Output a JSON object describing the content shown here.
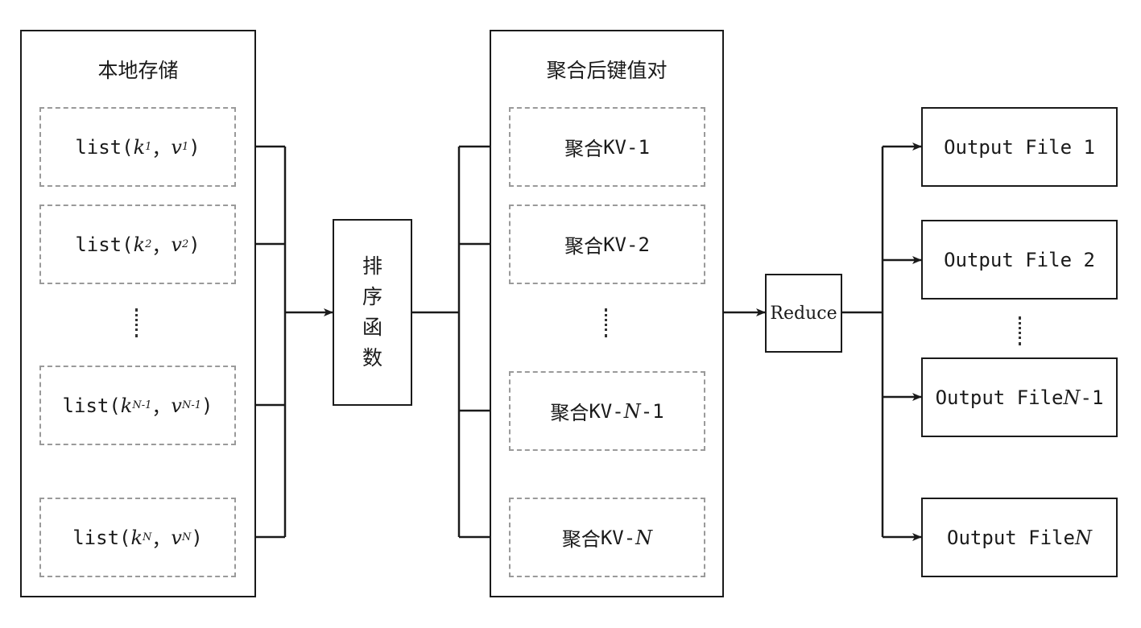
{
  "local_storage": {
    "title": "本地存储",
    "items": [
      {
        "prefix": "list(",
        "k": "k",
        "k_sub": "1",
        "sep": "，",
        "v": "v",
        "v_sub": "1",
        "suffix": ")"
      },
      {
        "prefix": "list(",
        "k": "k",
        "k_sub": "2",
        "sep": "，",
        "v": "v",
        "v_sub": "2",
        "suffix": ")"
      },
      {
        "prefix": "list(",
        "k": "k",
        "k_sub": "N-1",
        "sep": "，",
        "v": "v",
        "v_sub": "N-1",
        "suffix": ")"
      },
      {
        "prefix": "list(",
        "k": "k",
        "k_sub": "N",
        "sep": "，",
        "v": "v",
        "v_sub": "N",
        "suffix": ")"
      }
    ]
  },
  "sort_function": {
    "chars": [
      "排",
      "序",
      "函",
      "数"
    ]
  },
  "aggregated": {
    "title": "聚合后键值对",
    "items": [
      {
        "cn": "聚合",
        "text": "KV-1"
      },
      {
        "cn": "聚合",
        "text": "KV-2"
      },
      {
        "cn": "聚合",
        "text": "KV-",
        "italic": "N",
        "tail": "-1"
      },
      {
        "cn": "聚合",
        "text": "KV-",
        "italic": "N",
        "tail": ""
      }
    ]
  },
  "reduce": {
    "label": "Reduce"
  },
  "outputs": [
    {
      "text": "Output File 1",
      "italic": "",
      "tail": ""
    },
    {
      "text": "Output File 2",
      "italic": "",
      "tail": ""
    },
    {
      "text": "Output File ",
      "italic": "N",
      "tail": "-1"
    },
    {
      "text": "Output File ",
      "italic": "N",
      "tail": ""
    }
  ]
}
